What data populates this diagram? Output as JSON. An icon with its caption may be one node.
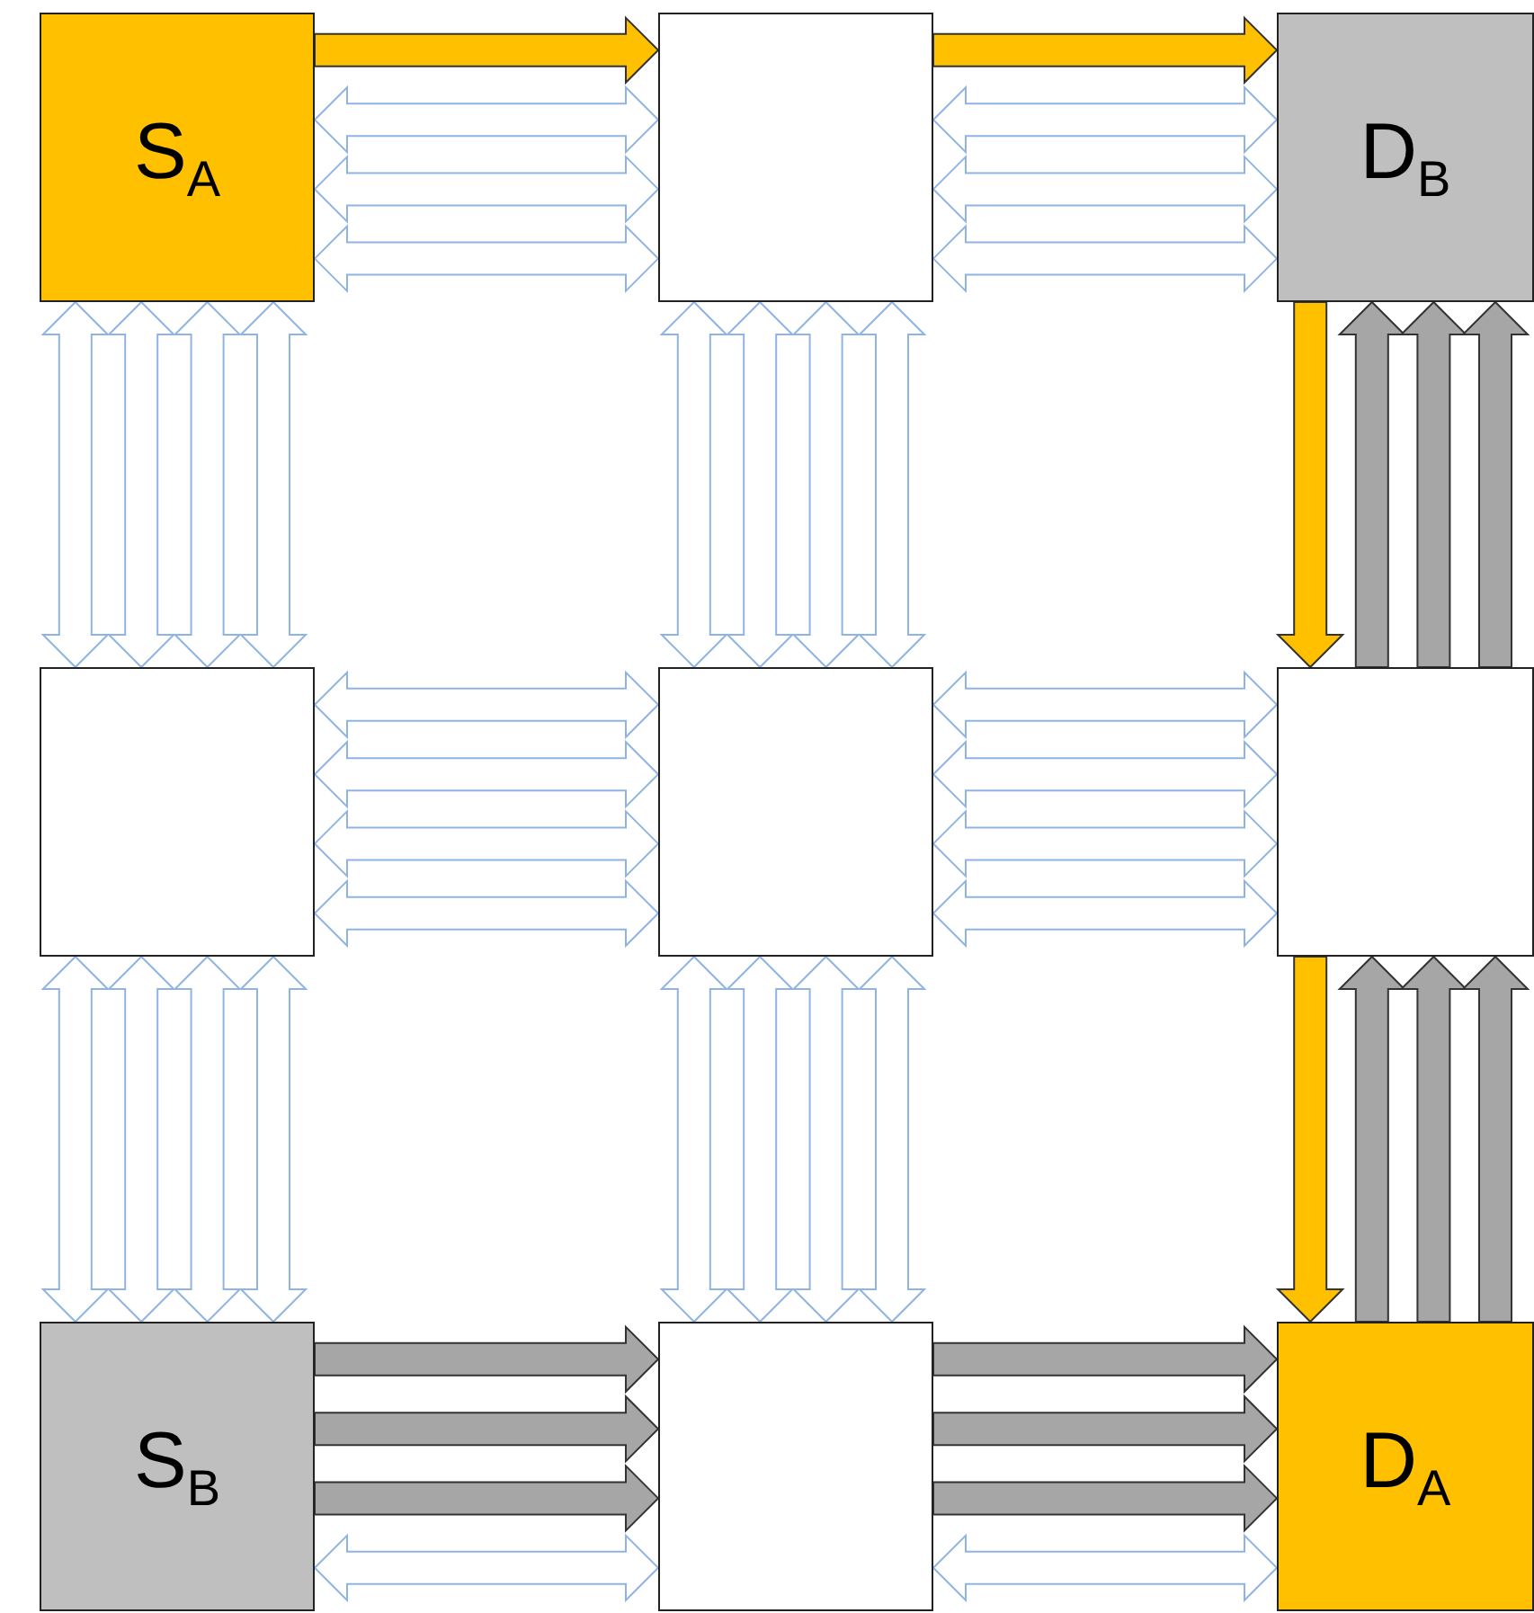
{
  "diagram": {
    "nodes": [
      {
        "text": [
          "S$_{A}$"
        ]
      },
      {
        "text": [],
        "shape": "box"
      },
      {
        "text": [
          "D$_{B}$"
        ]
      },
      {
        "text": [],
        "shape": "box"
      },
      {
        "text": [],
        "shape": "box"
      },
      {
        "text": [],
        "shape": "box"
      },
      {
        "text": [
          "S$_{B}$"
        ]
      },
      {
        "text": [],
        "shape": "box"
      },
      {
        "text": [
          "D$_{A}$"
        ]
      }
    ],
    "edges": [
      {
        "from": 0,
        "to": 1,
        "arrow": "to",
        "style": "thick",
        "color": "#ffc000"
      },
      {
        "from": 0,
        "to": 1,
        "arrow": "both"
      },
      {
        "from": 0,
        "to": 1,
        "arrow": "both"
      },
      {
        "from": 0,
        "to": 1,
        "arrow": "both"
      },
      {
        "from": 1,
        "to": 2,
        "arrow": "to",
        "style": "thick",
        "color": "#ffc000"
      },
      {
        "from": 1,
        "to": 2,
        "arrow": "both"
      },
      {
        "from": 1,
        "to": 2,
        "arrow": "both"
      },
      {
        "from": 1,
        "to": 2,
        "arrow": "both"
      },
      {
        "from": 0,
        "to": 3,
        "arrow": "both"
      },
      {
        "from": 0,
        "to": 3,
        "arrow": "both"
      },
      {
        "from": 0,
        "to": 3,
        "arrow": "both"
      },
      {
        "from": 0,
        "to": 3,
        "arrow": "both"
      },
      {
        "from": 1,
        "to": 4,
        "arrow": "both"
      },
      {
        "from": 1,
        "to": 4,
        "arrow": "both"
      },
      {
        "from": 1,
        "to": 4,
        "arrow": "both"
      },
      {
        "from": 1,
        "to": 4,
        "arrow": "both"
      },
      {
        "from": 2,
        "to": 5,
        "arrow": "to",
        "style": "thick",
        "color": "#ffc000"
      },
      {
        "from": 5,
        "to": 2,
        "arrow": "to",
        "style": "thick",
        "color": "#a6a6a6"
      },
      {
        "from": 5,
        "to": 2,
        "arrow": "to",
        "style": "thick",
        "color": "#a6a6a6"
      },
      {
        "from": 5,
        "to": 2,
        "arrow": "to",
        "style": "thick",
        "color": "#a6a6a6"
      },
      {
        "from": 3,
        "to": 4,
        "arrow": "both"
      },
      {
        "from": 3,
        "to": 4,
        "arrow": "both"
      },
      {
        "from": 3,
        "to": 4,
        "arrow": "both"
      },
      {
        "from": 3,
        "to": 4,
        "arrow": "both"
      },
      {
        "from": 4,
        "to": 5,
        "arrow": "both"
      },
      {
        "from": 4,
        "to": 5,
        "arrow": "both"
      },
      {
        "from": 4,
        "to": 5,
        "arrow": "both"
      },
      {
        "from": 4,
        "to": 5,
        "arrow": "both"
      },
      {
        "from": 3,
        "to": 6,
        "arrow": "both"
      },
      {
        "from": 3,
        "to": 6,
        "arrow": "both"
      },
      {
        "from": 3,
        "to": 6,
        "arrow": "both"
      },
      {
        "from": 3,
        "to": 6,
        "arrow": "both"
      },
      {
        "from": 4,
        "to": 7,
        "arrow": "both"
      },
      {
        "from": 4,
        "to": 7,
        "arrow": "both"
      },
      {
        "from": 4,
        "to": 7,
        "arrow": "both"
      },
      {
        "from": 4,
        "to": 7,
        "arrow": "both"
      },
      {
        "from": 5,
        "to": 8,
        "arrow": "to",
        "style": "thick",
        "color": "#ffc000"
      },
      {
        "from": 8,
        "to": 5,
        "arrow": "to",
        "style": "thick",
        "color": "#a6a6a6"
      },
      {
        "from": 8,
        "to": 5,
        "arrow": "to",
        "style": "thick",
        "color": "#a6a6a6"
      },
      {
        "from": 8,
        "to": 5,
        "arrow": "to",
        "style": "thick",
        "color": "#a6a6a6"
      },
      {
        "from": 6,
        "to": 7,
        "arrow": "to",
        "style": "thick",
        "color": "#a6a6a6"
      },
      {
        "from": 6,
        "to": 7,
        "arrow": "to",
        "style": "thick",
        "color": "#a6a6a6"
      },
      {
        "from": 6,
        "to": 7,
        "arrow": "to",
        "style": "thick",
        "color": "#a6a6a6"
      },
      {
        "from": 6,
        "to": 7,
        "arrow": "both"
      },
      {
        "from": 7,
        "to": 8,
        "arrow": "to",
        "style": "thick",
        "color": "#a6a6a6"
      },
      {
        "from": 7,
        "to": 8,
        "arrow": "to",
        "style": "thick",
        "color": "#a6a6a6"
      },
      {
        "from": 7,
        "to": 8,
        "arrow": "to",
        "style": "thick",
        "color": "#a6a6a6"
      },
      {
        "from": 7,
        "to": 8,
        "arrow": "both"
      }
    ]
  }
}
